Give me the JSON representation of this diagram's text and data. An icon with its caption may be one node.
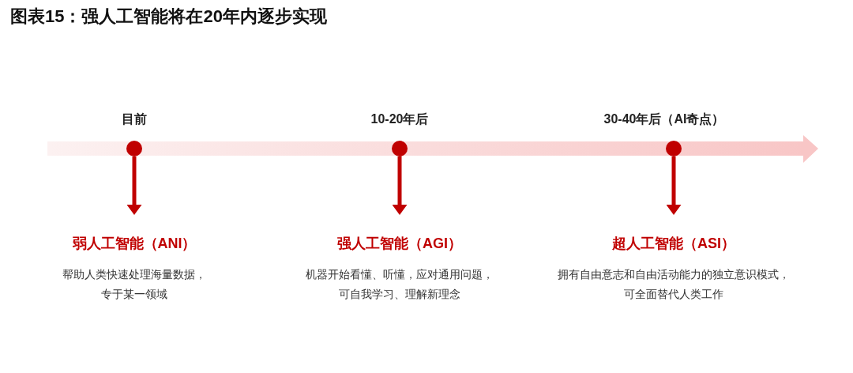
{
  "diagram": {
    "title": "图表15：强人工智能将在20年内逐步实现",
    "nodes": [
      {
        "text": [],
        "shape": "circle",
        "beside": [
          "目前"
        ]
      },
      {
        "text": [],
        "shape": "circle",
        "beside": [
          "10-20年后"
        ]
      },
      {
        "text": [],
        "shape": "circle",
        "beside": [
          "30-40年后（AI奇点）"
        ]
      },
      {
        "text": [
          "弱人工智能（ANI）",
          "帮助人类快速处理海量数据，专于某一领域"
        ]
      },
      {
        "text": [
          "强人工智能（AGI）",
          "机器开始看懂、听懂，应对通用问题，可自我学习、理解新理念"
        ]
      },
      {
        "text": [
          "超人工智能（ASI）",
          "拥有自由意志和自由活动能力的独立意识模式，可全面替代人类工作"
        ]
      }
    ],
    "edges": [
      {
        "from": 0,
        "to": 3,
        "arrow": "to"
      },
      {
        "from": 1,
        "to": 4,
        "arrow": "to"
      },
      {
        "from": 2,
        "to": 5,
        "arrow": "to"
      }
    ]
  }
}
